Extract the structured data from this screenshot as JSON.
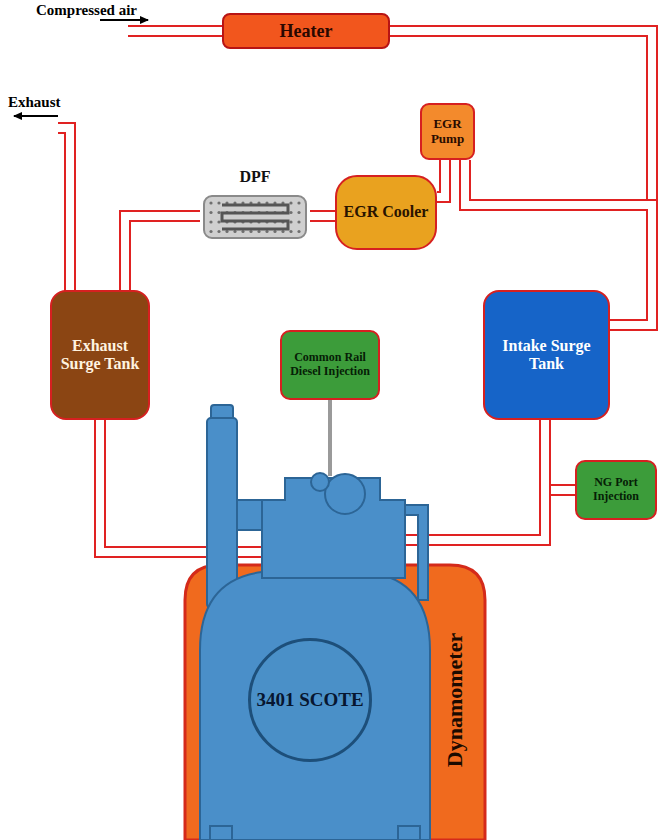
{
  "diagram": {
    "nodes": [
      {
        "text": [
          "Heater"
        ]
      },
      {
        "text": [
          "EGR Pump"
        ]
      },
      {
        "text": [
          "DPF"
        ]
      },
      {
        "text": [
          "EGR Cooler"
        ]
      },
      {
        "text": [
          "Exhaust Surge Tank"
        ]
      },
      {
        "text": [
          "Intake Surge Tank"
        ]
      },
      {
        "text": [
          "Common Rail Diesel Injection"
        ]
      },
      {
        "text": [
          "NG Port Injection"
        ]
      },
      {
        "text": [
          "Dynamometer"
        ]
      },
      {
        "text": [
          "3401 SCOTE"
        ],
        "in": 8
      }
    ],
    "edges": [
      {
        "from": 0,
        "to": 5,
        "arrow": "none"
      },
      {
        "from": 1,
        "to": 5,
        "arrow": "none"
      },
      {
        "from": 3,
        "to": 1,
        "arrow": "none"
      },
      {
        "from": 2,
        "to": 3,
        "arrow": "none"
      },
      {
        "from": 4,
        "to": 2,
        "arrow": "none"
      }
    ],
    "labels": [
      "Compressed air",
      "Exhaust"
    ]
  }
}
